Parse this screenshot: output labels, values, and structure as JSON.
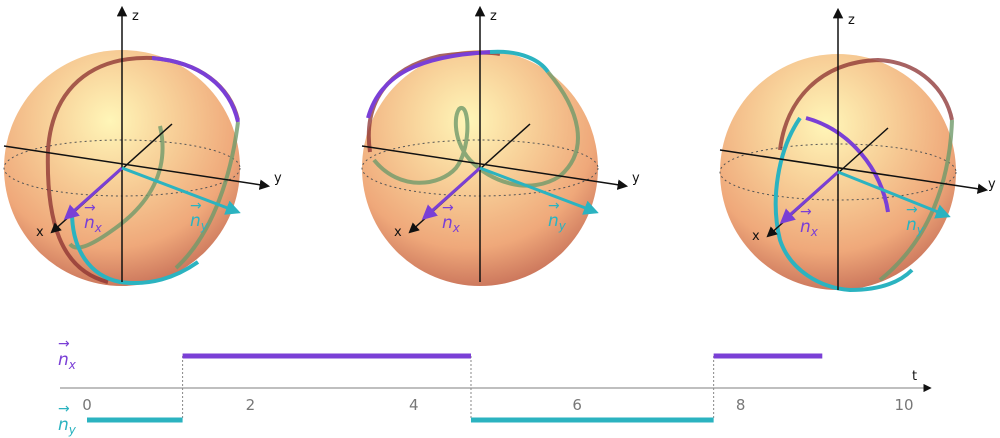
{
  "colors": {
    "purple": "#7a3fd6",
    "cyan": "#2bb3c0",
    "sphere_highlight": "#fff3b0",
    "sphere_mid": "#f3b47e",
    "sphere_edge": "#c97357",
    "axis": "#111111",
    "trajectory_dark": "#8a2f2f",
    "trajectory_green": "#6f9a6a"
  },
  "spheres": [
    {
      "axes": {
        "x": "x",
        "y": "y",
        "z": "z"
      },
      "labels": {
        "nx": "n",
        "nx_sub": "x",
        "ny": "n",
        "ny_sub": "y"
      }
    },
    {
      "axes": {
        "x": "x",
        "y": "y",
        "z": "z"
      },
      "labels": {
        "nx": "n",
        "nx_sub": "x",
        "ny": "n",
        "ny_sub": "y"
      }
    },
    {
      "axes": {
        "x": "x",
        "y": "y",
        "z": "z"
      },
      "labels": {
        "nx": "n",
        "nx_sub": "x",
        "ny": "n",
        "ny_sub": "y"
      }
    }
  ],
  "timeline": {
    "axis_label": "t",
    "rows": [
      {
        "label": "n",
        "sub": "x"
      },
      {
        "label": "n",
        "sub": "y"
      }
    ],
    "tick_labels": [
      "0",
      "2",
      "4",
      "6",
      "8",
      "10"
    ]
  },
  "chart_data": {
    "type": "line",
    "xlabel": "t",
    "xlim": [
      0,
      10
    ],
    "x_ticks": [
      0,
      2,
      4,
      6,
      8,
      10
    ],
    "series": [
      {
        "name": "n_x",
        "on_intervals": [
          [
            1.17,
            4.7
          ],
          [
            7.67,
            9.0
          ]
        ]
      },
      {
        "name": "n_y",
        "on_intervals": [
          [
            0,
            1.17
          ],
          [
            4.7,
            7.67
          ]
        ]
      }
    ],
    "switch_times": [
      1.17,
      4.7,
      7.67
    ]
  }
}
